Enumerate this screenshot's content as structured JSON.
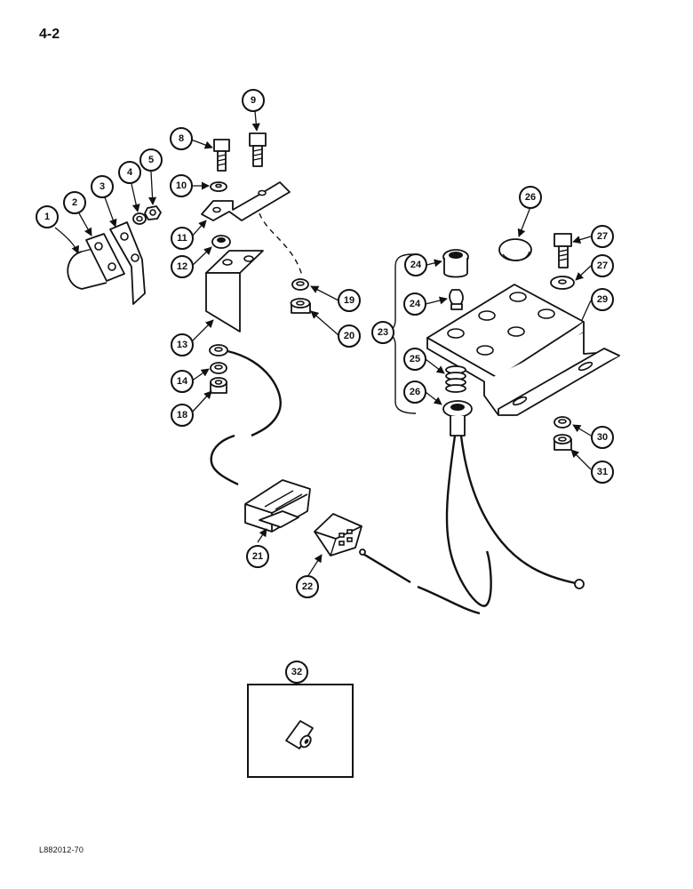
{
  "page_number": "4-2",
  "reference_code": "L882012-70",
  "callouts": [
    "1",
    "2",
    "3",
    "4",
    "5",
    "8",
    "9",
    "10",
    "11",
    "12",
    "13",
    "14",
    "18",
    "19",
    "20",
    "21",
    "22",
    "23",
    "24",
    "24",
    "25",
    "26",
    "26",
    "27",
    "27",
    "29",
    "30",
    "31",
    "32"
  ]
}
